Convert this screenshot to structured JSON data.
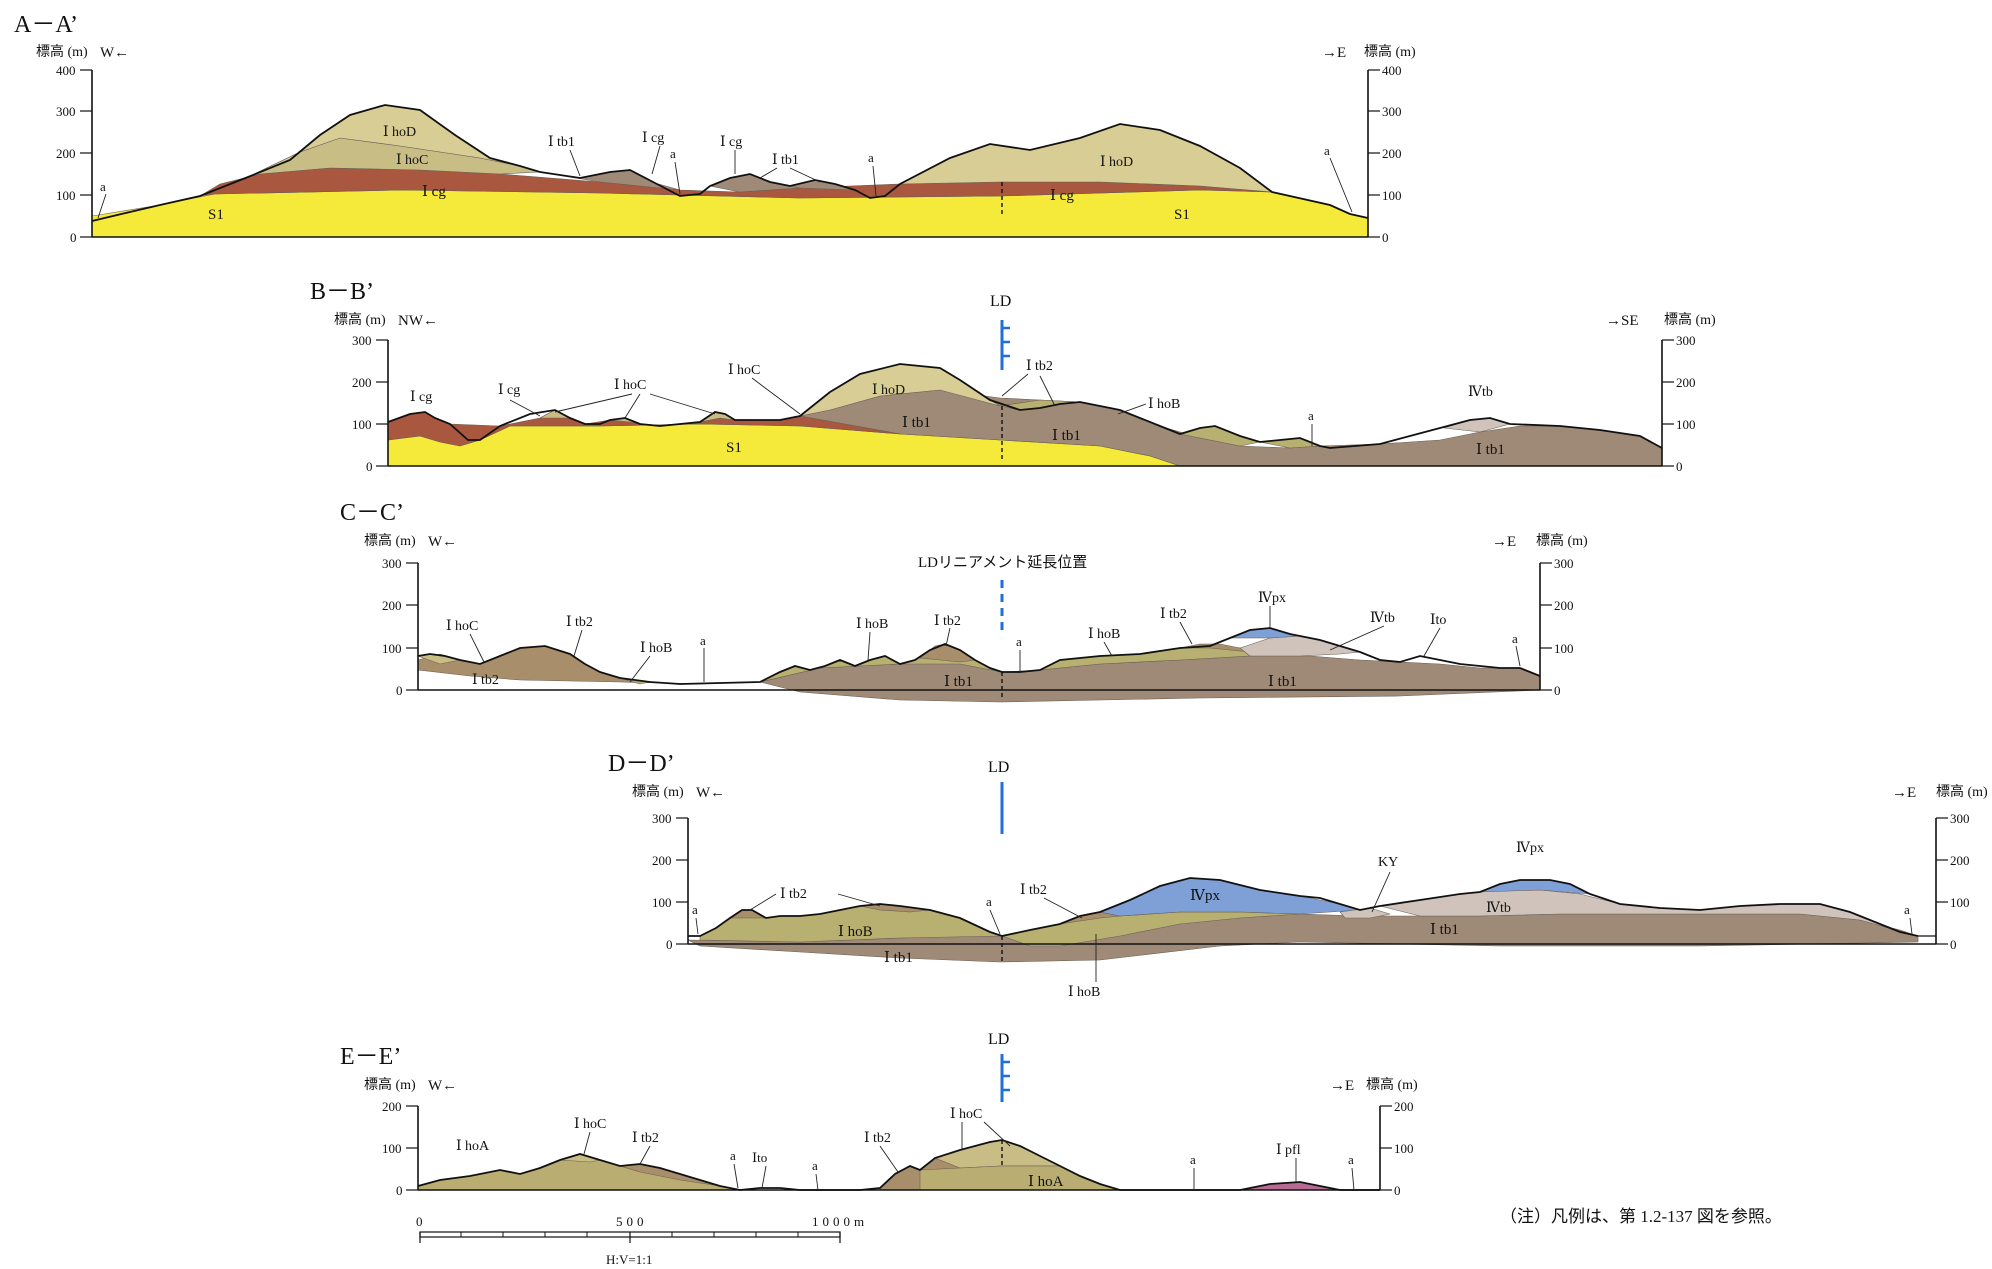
{
  "colors": {
    "S1": "#f5e93a",
    "Icg": "#a9583f",
    "IhoD": "#d8cd95",
    "IhoC": "#c9bd86",
    "IhoB": "#b7b070",
    "IhoA": "#b9ad72",
    "Itb1": "#9f8a78",
    "Itb2": "#a88e6a",
    "IVpx": "#7ea0d6",
    "IVtb": "#cfc3bc",
    "Ipfl": "#b76b93",
    "lineament": "#1f6fd8"
  },
  "elevation_label": "標高 (m)",
  "sections": [
    {
      "id": "AA",
      "title": "A－A’",
      "left_dir": "W←",
      "right_dir": "→E",
      "ticks": [
        "400",
        "300",
        "200",
        "100",
        "0"
      ],
      "labels": [
        "Ⅰ hoD",
        "Ⅰ hoC",
        "Ⅰ cg",
        "S1",
        "Ⅰ tb1",
        "Ⅰ cg",
        "Ⅰ cg",
        "Ⅰ tb1",
        "a",
        "a",
        "a",
        "a",
        "Ⅰ hoD",
        "Ⅰ cg",
        "S1"
      ]
    },
    {
      "id": "BB",
      "title": "B－B’",
      "left_dir": "NW←",
      "right_dir": "→SE",
      "ticks": [
        "300",
        "200",
        "100",
        "0"
      ],
      "marker": "LD",
      "labels": [
        "Ⅰ cg",
        "Ⅰ cg",
        "Ⅰ hoC",
        "Ⅰ hoC",
        "Ⅰ hoD",
        "Ⅰ tb1",
        "S1",
        "Ⅰ tb2",
        "Ⅰ tb1",
        "Ⅰ hoB",
        "a",
        "Ⅳtb",
        "Ⅰ tb1"
      ]
    },
    {
      "id": "CC",
      "title": "C－C’",
      "left_dir": "W←",
      "right_dir": "→E",
      "ticks": [
        "300",
        "200",
        "100",
        "0"
      ],
      "marker": "LDリニアメント延長位置",
      "labels": [
        "Ⅰ hoC",
        "Ⅰ tb2",
        "Ⅰ tb2",
        "Ⅰ hoB",
        "a",
        "Ⅰ hoB",
        "Ⅰ tb2",
        "a",
        "Ⅰ tb1",
        "Ⅰ hoB",
        "Ⅰ tb2",
        "Ⅳpx",
        "Ⅳtb",
        "Ⅰto",
        "a",
        "Ⅰ tb1"
      ]
    },
    {
      "id": "DD",
      "title": "D－D’",
      "left_dir": "W←",
      "right_dir": "→E",
      "ticks": [
        "300",
        "200",
        "100",
        "0"
      ],
      "marker": "LD",
      "labels": [
        "a",
        "Ⅰ tb2",
        "Ⅰ hoB",
        "Ⅰ tb1",
        "a",
        "Ⅰ tb2",
        "Ⅳpx",
        "KY",
        "Ⅳpx",
        "Ⅳtb",
        "Ⅰ tb1",
        "Ⅰ hoB",
        "a"
      ]
    },
    {
      "id": "EE",
      "title": "E－E’",
      "left_dir": "W←",
      "right_dir": "→E",
      "ticks": [
        "200",
        "100",
        "0"
      ],
      "marker": "LD",
      "labels": [
        "Ⅰ hoA",
        "Ⅰ hoC",
        "Ⅰ tb2",
        "a",
        "Ⅰto",
        "a",
        "Ⅰ tb2",
        "Ⅰ hoC",
        "Ⅰ hoA",
        "a",
        "Ⅰ pfl",
        "a"
      ]
    }
  ],
  "scale": {
    "ticks": [
      "0",
      "500",
      "1000m"
    ],
    "ratio": "H:V=1:1"
  },
  "note": "（注）凡例は、第 1.2-137 図を参照。"
}
